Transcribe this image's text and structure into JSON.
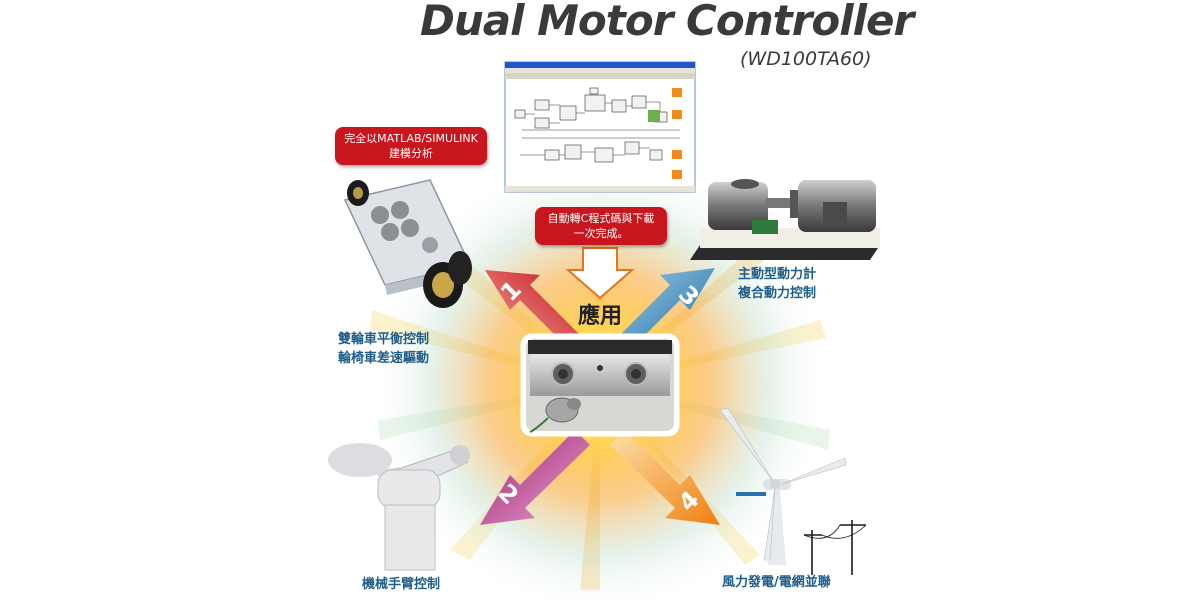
{
  "title": "Dual Motor Controller",
  "subtitle": "(WD100TA60)",
  "callouts": {
    "matlab": [
      "完全以MATLAB/SIMULINK",
      "建模分析"
    ],
    "autocode": [
      "自動轉C程式碼與下載",
      "一次完成。"
    ]
  },
  "center_label": "應用",
  "applications": [
    {
      "number": "1",
      "lines": [
        "雙輪車平衡控制",
        "輪椅車差速驅動"
      ],
      "color": "#d32027"
    },
    {
      "number": "2",
      "lines": [
        "機械手臂控制"
      ],
      "color": "#b0237f"
    },
    {
      "number": "3",
      "lines": [
        "主動型動力計",
        "複合動力控制"
      ],
      "color": "#2a7fb5"
    },
    {
      "number": "4",
      "lines": [
        "風力發電/電網並聯"
      ],
      "color": "#f08a1c"
    }
  ]
}
